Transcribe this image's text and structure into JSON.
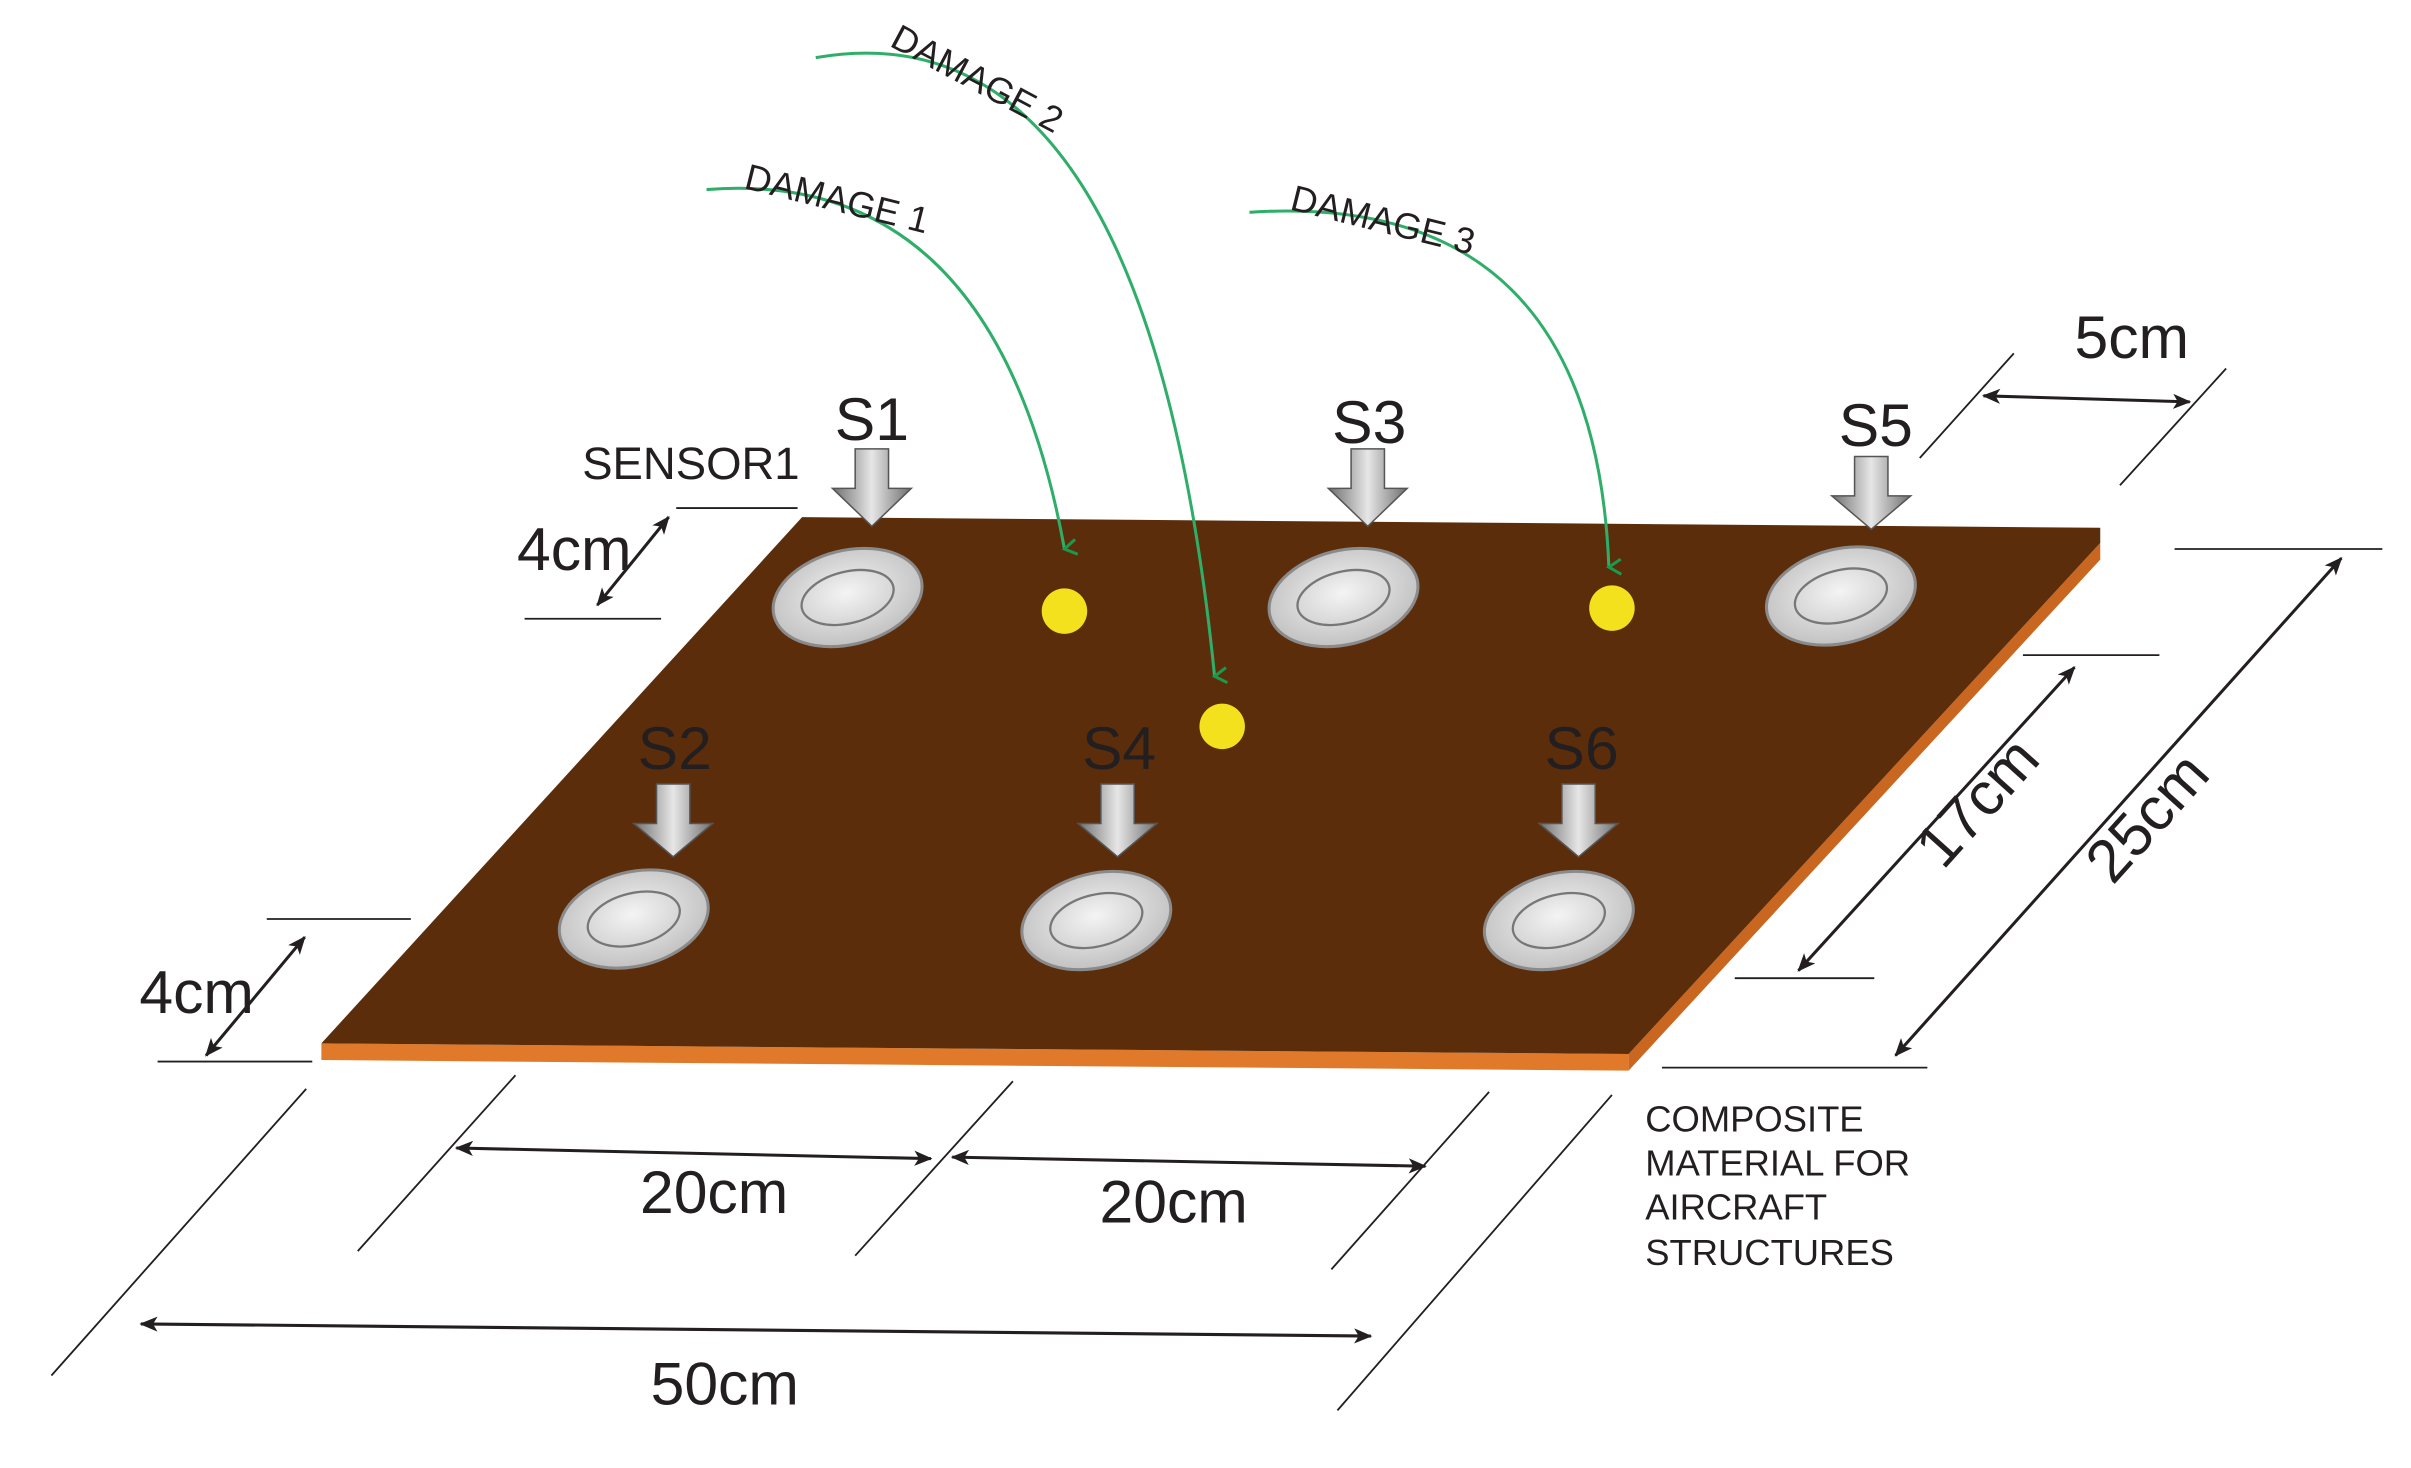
{
  "sensors": [
    {
      "id": "s1",
      "label": "S1"
    },
    {
      "id": "s2",
      "label": "S2"
    },
    {
      "id": "s3",
      "label": "S3"
    },
    {
      "id": "s4",
      "label": "S4"
    },
    {
      "id": "s5",
      "label": "S5"
    },
    {
      "id": "s6",
      "label": "S6"
    }
  ],
  "sensor_callout": "SENSOR1",
  "damages": [
    {
      "id": "d1",
      "label": "DAMAGE 1"
    },
    {
      "id": "d2",
      "label": "DAMAGE 2"
    },
    {
      "id": "d3",
      "label": "DAMAGE 3"
    }
  ],
  "dimensions": {
    "sensor_spacing_left": "20cm",
    "sensor_spacing_right": "20cm",
    "plate_length": "50cm",
    "edge_margin_top": "4cm",
    "edge_margin_bottom": "4cm",
    "edge_margin_right": "5cm",
    "row_spacing": "17cm",
    "plate_width": "25cm"
  },
  "material_note": [
    "COMPOSITE",
    "MATERIAL FOR",
    "AIRCRAFT",
    "STRUCTURES"
  ],
  "colors": {
    "plate": "#5c2d0b",
    "plate_edge": "#e07a2a",
    "damage_point": "#f2e11c",
    "leader_line": "#2fae6a",
    "sensor_arrow": "#9a9a9a"
  }
}
